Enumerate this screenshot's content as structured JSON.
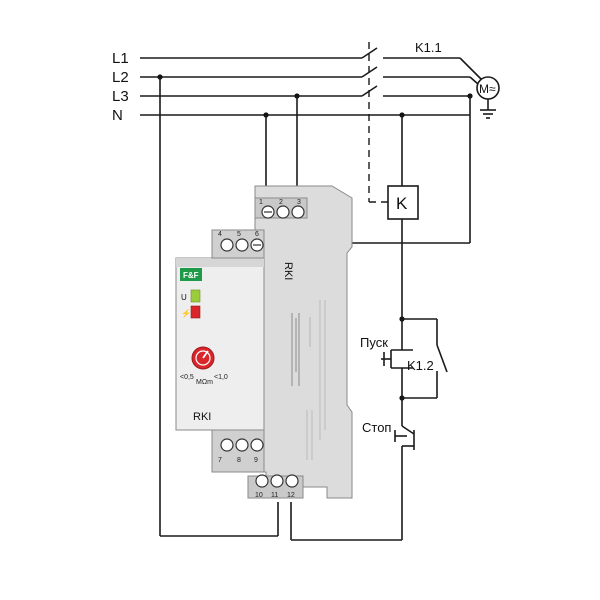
{
  "lines": {
    "l1": "L1",
    "l2": "L2",
    "l3": "L3",
    "n": "N"
  },
  "contacts": {
    "main_contact": "K1.1",
    "aux_contact": "K1.2"
  },
  "coil": {
    "label": "K"
  },
  "motor": {
    "label": "M≈"
  },
  "buttons": {
    "start": "Пуск",
    "stop": "Стоп"
  },
  "device": {
    "model_side": "RKI",
    "model_front": "RKI",
    "led_u": "U",
    "led_fault": "⚡",
    "knob_min": "<0,5",
    "knob_unit": "MΩm",
    "knob_max": "<1,0",
    "terminals_top": [
      "1",
      "2",
      "3"
    ],
    "terminals_upper": [
      "4",
      "5",
      "6"
    ],
    "terminals_lower": [
      "7",
      "8",
      "9"
    ],
    "terminals_bottom": [
      "10",
      "11",
      "12"
    ]
  },
  "colors": {
    "led_green": "#9ccb3b",
    "led_red": "#d8262a",
    "brand_green": "#1f9a48",
    "knob_red": "#d8262a"
  }
}
